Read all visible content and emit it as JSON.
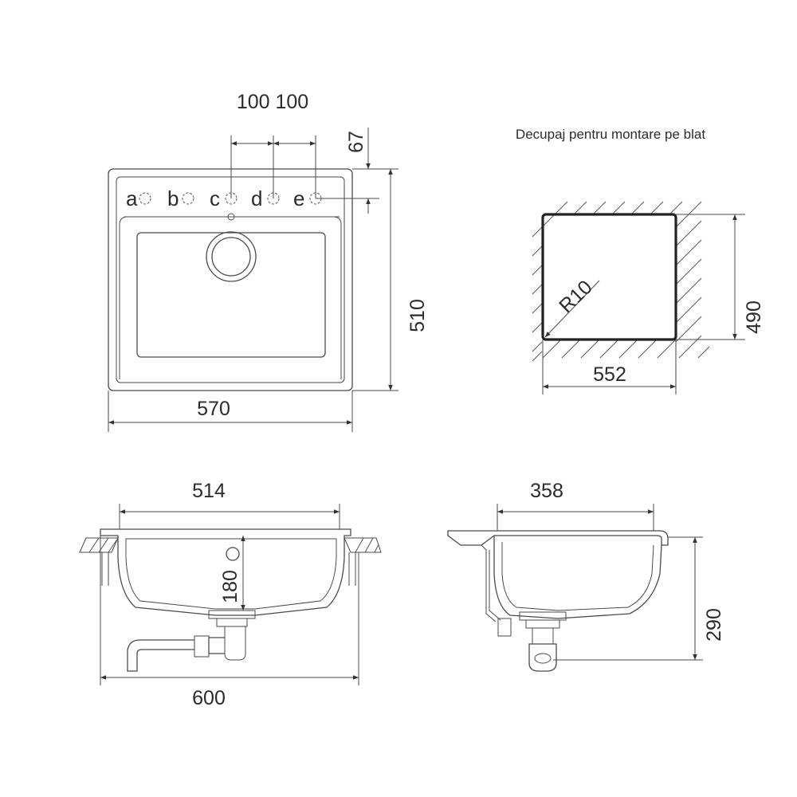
{
  "top_view": {
    "dim_hole_spacing": "100 100",
    "dim_top_offset": "67",
    "dim_height": "510",
    "dim_width": "570",
    "tap_holes": [
      "a",
      "b",
      "c",
      "d",
      "e"
    ]
  },
  "cutout": {
    "title": "Decupaj pentru montare pe blat",
    "radius": "R10",
    "dim_height": "490",
    "dim_width": "552"
  },
  "front_section": {
    "dim_bowl_width": "514",
    "dim_depth": "180",
    "dim_total_width": "600"
  },
  "side_section": {
    "dim_bowl_width": "358",
    "dim_height": "290"
  }
}
